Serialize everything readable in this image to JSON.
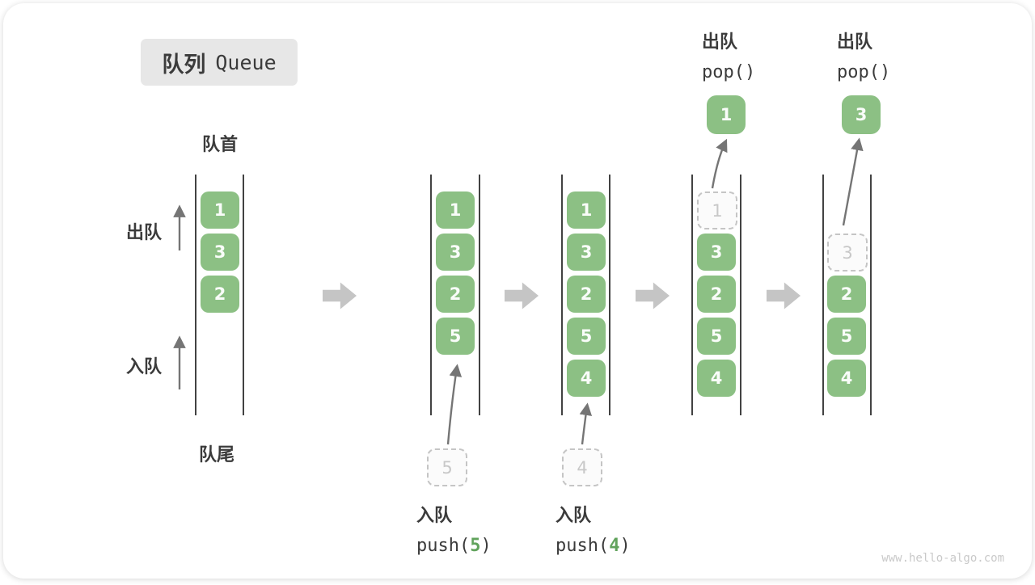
{
  "title": {
    "zh": "队列",
    "en": "Queue"
  },
  "labels": {
    "front": "队首",
    "rear": "队尾",
    "dequeue_side": "出队",
    "enqueue_side": "入队"
  },
  "queues": [
    {
      "slots": [
        {
          "v": "1"
        },
        {
          "v": "3"
        },
        {
          "v": "2"
        }
      ]
    },
    {
      "slots": [
        {
          "v": "1"
        },
        {
          "v": "3"
        },
        {
          "v": "2"
        },
        {
          "v": "5"
        }
      ],
      "incoming": "5"
    },
    {
      "slots": [
        {
          "v": "1"
        },
        {
          "v": "3"
        },
        {
          "v": "2"
        },
        {
          "v": "5"
        },
        {
          "v": "4"
        }
      ],
      "incoming": "4"
    },
    {
      "slots": [
        {
          "v": "1",
          "ghost": true
        },
        {
          "v": "3"
        },
        {
          "v": "2"
        },
        {
          "v": "5"
        },
        {
          "v": "4"
        }
      ],
      "popped": "1"
    },
    {
      "slots": [
        {
          "v": "3",
          "ghost": true
        },
        {
          "v": "2"
        },
        {
          "v": "5"
        },
        {
          "v": "4"
        }
      ],
      "popped": "3"
    }
  ],
  "ops": [
    {
      "action": "入队",
      "code_pre": "push(",
      "arg": "5",
      "code_post": ")"
    },
    {
      "action": "入队",
      "code_pre": "push(",
      "arg": "4",
      "code_post": ")"
    },
    {
      "action": "出队",
      "code": "pop()"
    },
    {
      "action": "出队",
      "code": "pop()"
    }
  ],
  "watermark": "www.hello-algo.com",
  "colors": {
    "element_green": "#8cc084",
    "arg_green": "#61a35c",
    "block_arrow_gray": "#c5c5c5",
    "line_dark": "#424242",
    "ghost_gray": "#c8c8c8",
    "title_bg": "#e7e7e7"
  }
}
